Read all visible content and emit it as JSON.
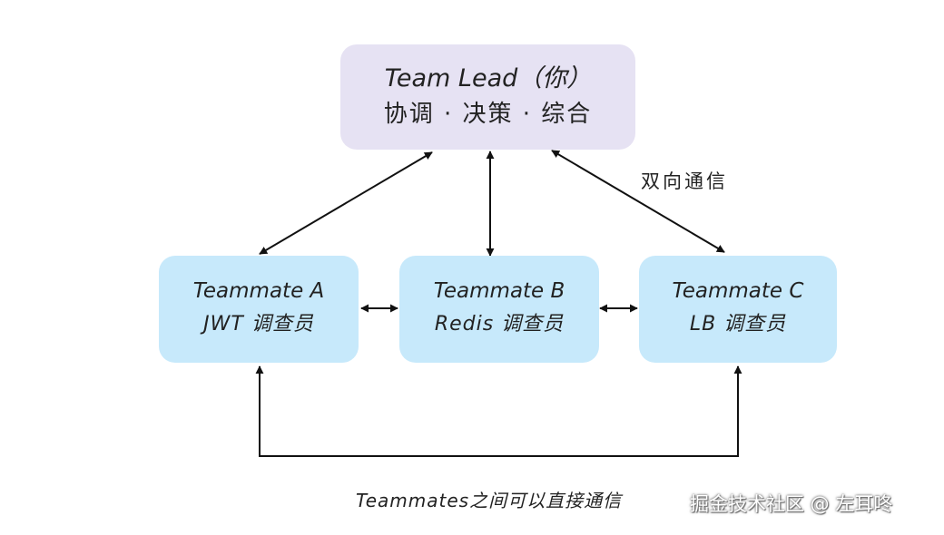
{
  "colors": {
    "lead_fill": "#e6e2f3",
    "mate_fill": "#c7e9fb",
    "line": "#111111"
  },
  "lead": {
    "title": "Team Lead（你）",
    "subtitle": "协调 · 决策 · 综合"
  },
  "teammates": [
    {
      "title": "Teammate A",
      "role": "JWT 调查员"
    },
    {
      "title": "Teammate B",
      "role": "Redis 调查员"
    },
    {
      "title": "Teammate C",
      "role": "LB 调查员"
    }
  ],
  "labels": {
    "bidirectional": "双向通信",
    "peer": "Teammates之间可以直接通信"
  },
  "watermark": "掘金技术社区 @ 左耳咚"
}
